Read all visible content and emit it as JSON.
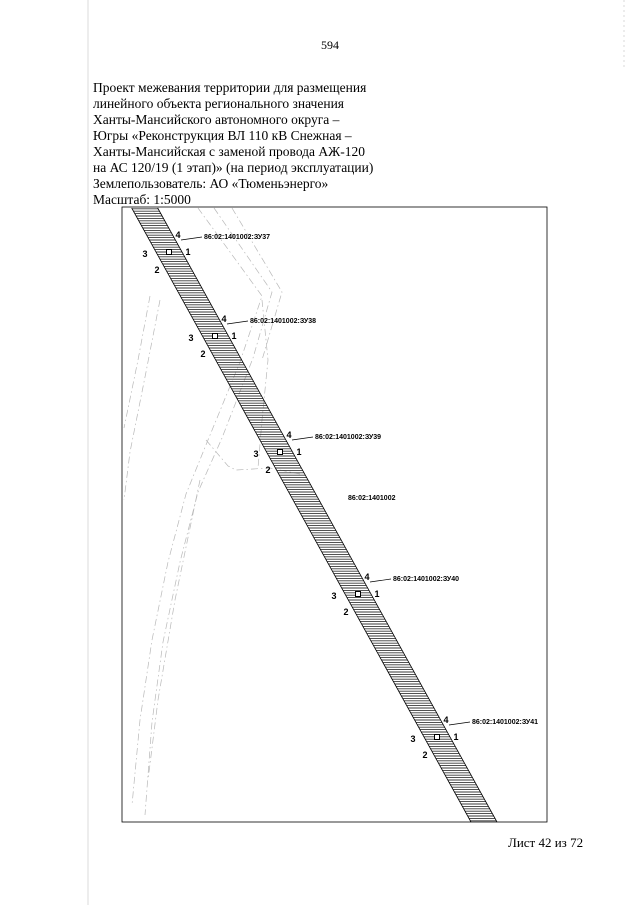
{
  "page_number": "594",
  "title_lines": [
    "Проект межевания территории для размещения",
    "линейного объекта регионального значения",
    "Ханты-Мансийского автономного округа –",
    "Югры «Реконструкция ВЛ 110 кВ Снежная –",
    "Ханты-Мансийская с заменой провода АЖ-120",
    "на АС 120/19 (1 этап)» (на период эксплуатации)"
  ],
  "land_user": "Землепользователь: АО «Тюменьэнерго»",
  "scale": "Масштаб: 1:5000",
  "map": {
    "quarter_label": "86:02:1401002",
    "parcels": [
      {
        "id": "86:02:1401002:ЗУ37",
        "corners": [
          "1",
          "2",
          "3",
          "4"
        ]
      },
      {
        "id": "86:02:1401002:ЗУ38",
        "corners": [
          "1",
          "2",
          "3",
          "4"
        ]
      },
      {
        "id": "86:02:1401002:ЗУ39",
        "corners": [
          "1",
          "2",
          "3",
          "4"
        ]
      },
      {
        "id": "86:02:1401002:ЗУ40",
        "corners": [
          "1",
          "2",
          "3",
          "4"
        ]
      },
      {
        "id": "86:02:1401002:ЗУ41",
        "corners": [
          "1",
          "2",
          "3",
          "4"
        ]
      }
    ]
  },
  "footer": "Лист 42 из 72",
  "colors": {
    "ink": "#000000",
    "hatch": "#3a3a3a",
    "boundary": "#b8b8b8"
  }
}
